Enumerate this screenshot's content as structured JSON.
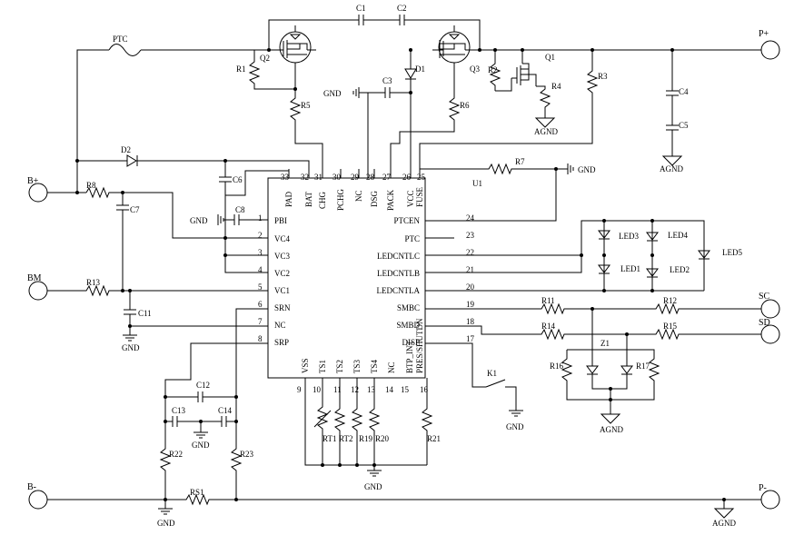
{
  "chip": {
    "name": "U1",
    "pins": [
      {
        "num": "1",
        "name": "PBI"
      },
      {
        "num": "2",
        "name": "VC4"
      },
      {
        "num": "3",
        "name": "VC3"
      },
      {
        "num": "4",
        "name": "VC2"
      },
      {
        "num": "5",
        "name": "VC1"
      },
      {
        "num": "6",
        "name": "SRN"
      },
      {
        "num": "7",
        "name": "NC"
      },
      {
        "num": "8",
        "name": "SRP"
      },
      {
        "num": "9",
        "name": "VSS"
      },
      {
        "num": "10",
        "name": "TS1"
      },
      {
        "num": "11",
        "name": "TS2"
      },
      {
        "num": "12",
        "name": "TS3"
      },
      {
        "num": "13",
        "name": "TS4"
      },
      {
        "num": "14",
        "name": "NC"
      },
      {
        "num": "15",
        "name": "BTP_INT"
      },
      {
        "num": "16",
        "name": "PRES/SHUTDN"
      },
      {
        "num": "17",
        "name": "DISP"
      },
      {
        "num": "18",
        "name": "SMBD"
      },
      {
        "num": "19",
        "name": "SMBC"
      },
      {
        "num": "20",
        "name": "LEDCNTLA"
      },
      {
        "num": "21",
        "name": "LEDCNTLB"
      },
      {
        "num": "22",
        "name": "LEDCNTLC"
      },
      {
        "num": "23",
        "name": "PTC"
      },
      {
        "num": "24",
        "name": "PTCEN"
      },
      {
        "num": "25",
        "name": "FUSE"
      },
      {
        "num": "26",
        "name": "VCC"
      },
      {
        "num": "27",
        "name": "PACK"
      },
      {
        "num": "28",
        "name": "DSG"
      },
      {
        "num": "29",
        "name": "NC"
      },
      {
        "num": "30",
        "name": "PCHG"
      },
      {
        "num": "31",
        "name": "CHG"
      },
      {
        "num": "32",
        "name": "BAT"
      },
      {
        "num": "33",
        "name": "PAD"
      }
    ]
  },
  "terminals": {
    "b_plus": "B+",
    "bm": "BM",
    "b_minus": "B-",
    "p_plus": "P+",
    "p_minus": "P-",
    "sc": "SC",
    "sd": "SD"
  },
  "components": {
    "ptc": "PTC",
    "c1": "C1",
    "c2": "C2",
    "c3": "C3",
    "c4": "C4",
    "c5": "C5",
    "c6": "C6",
    "c7": "C7",
    "c8": "C8",
    "c11": "C11",
    "c12": "C12",
    "c13": "C13",
    "c14": "C14",
    "r1": "R1",
    "r2": "R2",
    "r3": "R3",
    "r4": "R4",
    "r5": "R5",
    "r6": "R6",
    "r7": "R7",
    "r8": "R8",
    "r11": "R11",
    "r12": "R12",
    "r13": "R13",
    "r14": "R14",
    "r15": "R15",
    "r16": "R16",
    "r17": "R17",
    "r19": "R19",
    "r20": "R20",
    "r21": "R21",
    "r22": "R22",
    "r23": "R23",
    "rs1": "RS1",
    "rt1": "RT1",
    "rt2": "RT2",
    "q1": "Q1",
    "q2": "Q2",
    "q3": "Q3",
    "d1": "D1",
    "d2": "D2",
    "z1": "Z1",
    "k1": "K1",
    "led1": "LED1",
    "led2": "LED2",
    "led3": "LED3",
    "led4": "LED4",
    "led5": "LED5"
  },
  "grounds": {
    "gnd": "GND",
    "agnd": "AGND"
  }
}
